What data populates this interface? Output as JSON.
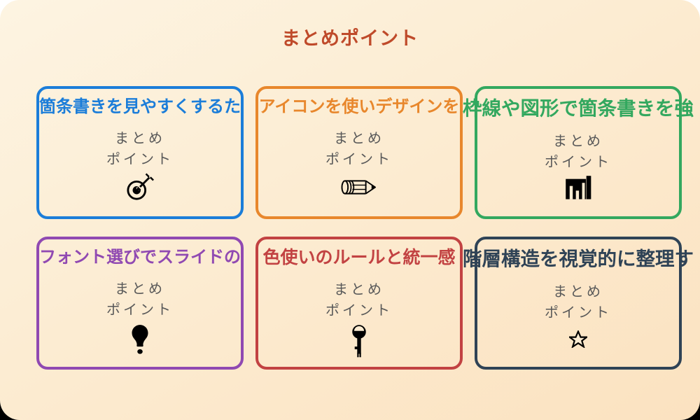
{
  "page": {
    "title": "まとめポイント",
    "title_color": "#bf4a2a",
    "background_from": "#fdf4e2",
    "background_to": "#fbe2c0",
    "body_text_color": "#595959"
  },
  "cards": [
    {
      "heading": "箇条書きを見やすくするた",
      "color": "#1b7dd9",
      "lines": [
        "まとめ",
        "ポイント"
      ],
      "icon": "dart-target-icon"
    },
    {
      "heading": "アイコンを使いデザインを",
      "color": "#e8872c",
      "lines": [
        "まとめ",
        "ポイント"
      ],
      "icon": "pencil-icon"
    },
    {
      "heading": "枠線や図形で箇条書きを強",
      "color": "#33a85f",
      "lines": [
        "まとめ",
        "ポイント"
      ],
      "icon": "bar-chart-icon"
    },
    {
      "heading": "フォント選びでスライドの",
      "color": "#9049b2",
      "lines": [
        "まとめ",
        "ポイント"
      ],
      "icon": "lightbulb-icon"
    },
    {
      "heading": "色使いのルールと統一感",
      "color": "#c24242",
      "lines": [
        "まとめ",
        "ポイント"
      ],
      "icon": "key-icon"
    },
    {
      "heading": "階層構造を視覚的に整理す",
      "color": "#2f4356",
      "lines": [
        "まとめ",
        "ポイント"
      ],
      "icon": "star-icon"
    }
  ]
}
